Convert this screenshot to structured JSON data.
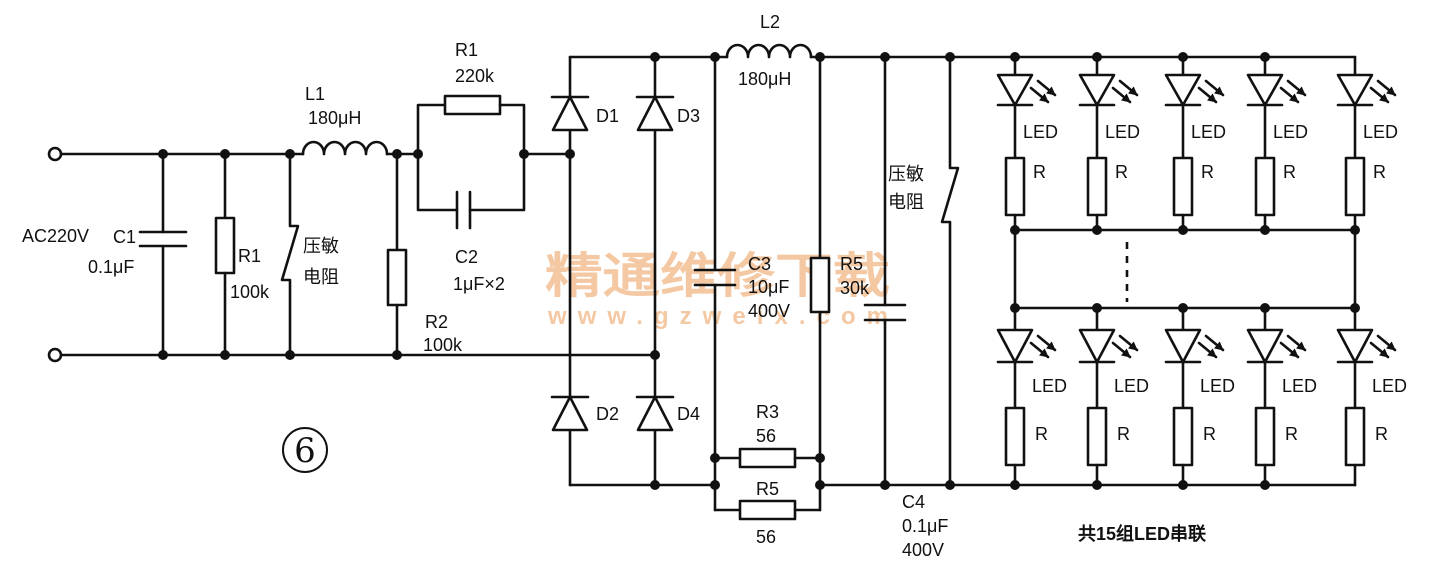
{
  "figure": {
    "number": "6"
  },
  "input": {
    "label": "AC220V"
  },
  "C1": {
    "name": "C1",
    "value": "0.1μF"
  },
  "R1_shunt": {
    "name": "R1",
    "value": "100k"
  },
  "varistor_input": {
    "line1": "压敏",
    "line2": "电阻"
  },
  "L1": {
    "name": "L1",
    "value": "180μH"
  },
  "R1_series": {
    "name": "R1",
    "value": "220k"
  },
  "C2": {
    "name": "C2",
    "value": "1μF×2"
  },
  "R2": {
    "name": "R2",
    "value": "100k"
  },
  "bridge": {
    "D1": "D1",
    "D2": "D2",
    "D3": "D3",
    "D4": "D4"
  },
  "L2": {
    "name": "L2",
    "value": "180μH"
  },
  "C3": {
    "name": "C3",
    "value": "10μF",
    "voltage": "400V"
  },
  "R5_bleeder": {
    "name": "R5",
    "value": "30k"
  },
  "R3": {
    "name": "R3",
    "value": "56"
  },
  "R5_sense": {
    "name": "R5",
    "value": "56"
  },
  "varistor_output": {
    "line1": "压敏",
    "line2": "电阻"
  },
  "C4": {
    "name": "C4",
    "value": "0.1μF",
    "voltage": "400V"
  },
  "led_array": {
    "top_row": [
      {
        "led_label": "LED",
        "resistor_label": "R"
      },
      {
        "led_label": "LED",
        "resistor_label": "R"
      },
      {
        "led_label": "LED",
        "resistor_label": "R"
      },
      {
        "led_label": "LED",
        "resistor_label": "R"
      },
      {
        "led_label": "LED",
        "resistor_label": "R"
      }
    ],
    "bottom_row": [
      {
        "led_label": "LED",
        "resistor_label": "R"
      },
      {
        "led_label": "LED",
        "resistor_label": "R"
      },
      {
        "led_label": "LED",
        "resistor_label": "R"
      },
      {
        "led_label": "LED",
        "resistor_label": "R"
      },
      {
        "led_label": "LED",
        "resistor_label": "R"
      }
    ],
    "note": "共15组LED串联"
  },
  "watermark": {
    "title": "精通维修下载",
    "url": "www.gzweix.com"
  },
  "colors": {
    "line": "#111111",
    "watermark": "#f2bf93",
    "background": "#ffffff"
  }
}
